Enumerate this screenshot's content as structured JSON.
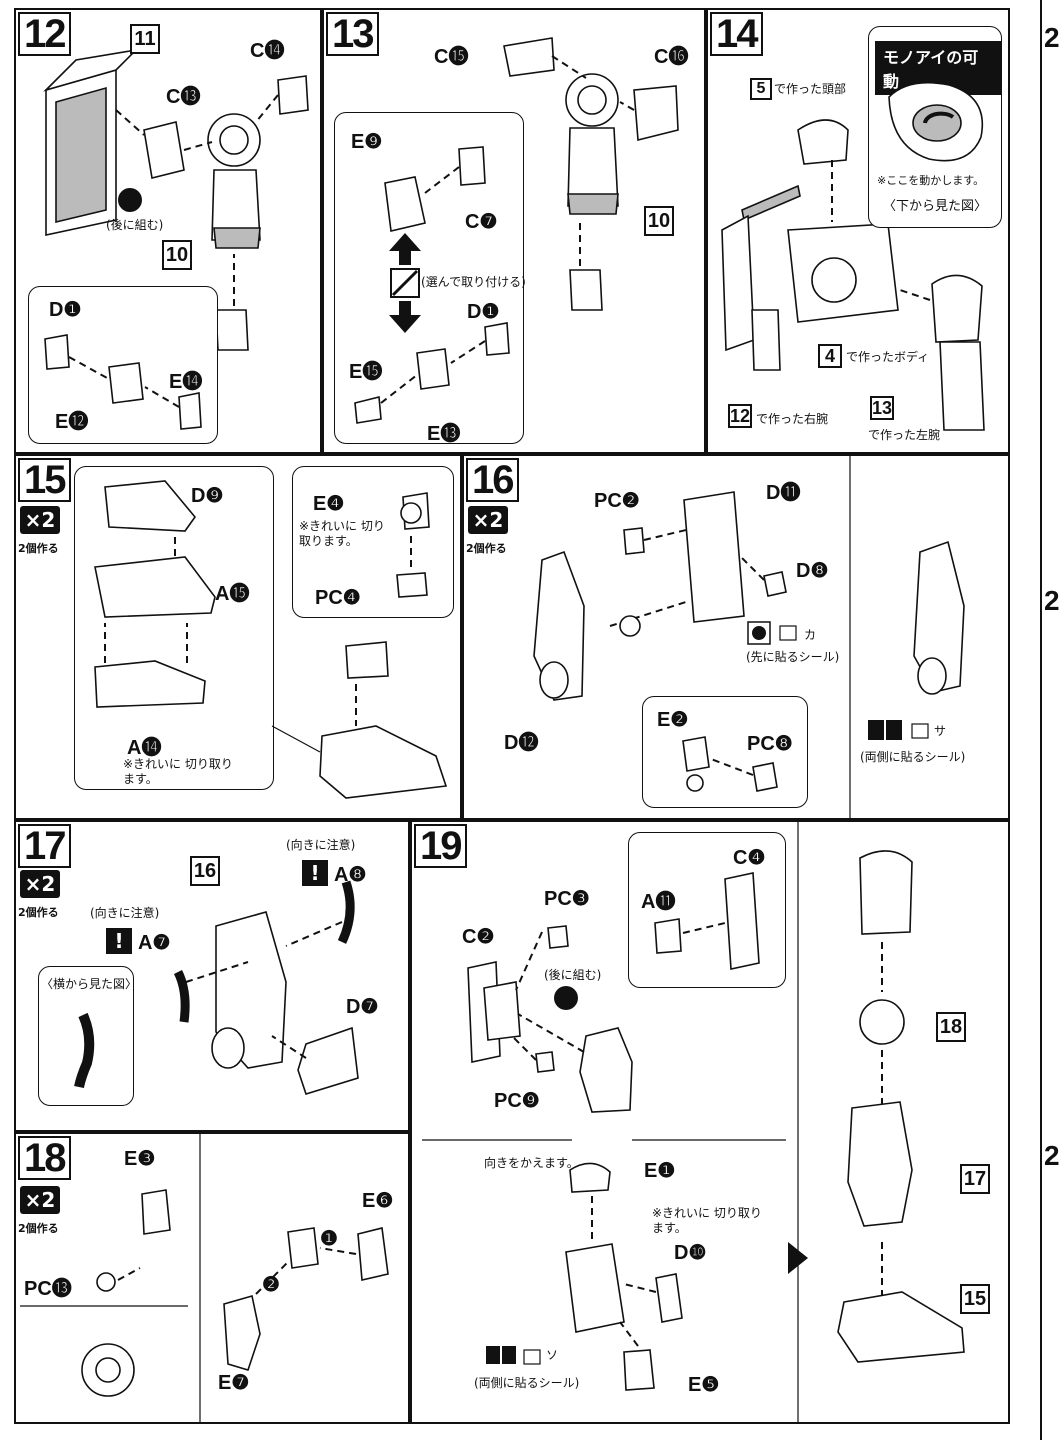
{
  "steps": {
    "s12": {
      "num": "12",
      "ref11": "11",
      "c14": "C⓮",
      "c13": "C⓭",
      "ref10": "10",
      "back": "(後に組む)",
      "d1": "D❶",
      "e14": "E⓮",
      "e12": "E⓬"
    },
    "s13": {
      "num": "13",
      "c15": "C⓯",
      "c16": "C⓰",
      "e9": "E❾",
      "c7": "C❼",
      "ref10": "10",
      "choose": "(選んで取り付ける)",
      "d1": "D❶",
      "e15": "E⓯",
      "e13": "E⓭"
    },
    "s14": {
      "num": "14",
      "monoeye": "モノアイの可動",
      "ref5": "5",
      "head": "で作った頭部",
      "move": "※ここを動かします。",
      "below": "〈下から見た図〉",
      "ref4": "4",
      "body": "で作ったボディ",
      "ref12": "12",
      "rarm": "で作った右腕",
      "ref13": "13",
      "larm": "で作った左腕"
    },
    "s15": {
      "num": "15",
      "x2": "×2",
      "x2note": "2個作る",
      "d9": "D❾",
      "a15": "A⓯",
      "a14": "A⓮",
      "cut": "※きれいに 切り取ります。",
      "e4": "E❹",
      "cut2": "※きれいに 切り取ります。",
      "pc4": "PC❹"
    },
    "s16": {
      "num": "16",
      "x2": "×2",
      "x2note": "2個作る",
      "pc2": "PC❷",
      "d11": "D⓫",
      "d8": "D❽",
      "sticker1": "(先に貼るシール)",
      "seal_ka": "カ",
      "d12": "D⓬",
      "e2": "E❷",
      "pc8": "PC❽",
      "sticker2": "(両側に貼るシール)",
      "seal_sa": "サ"
    },
    "s17": {
      "num": "17",
      "x2": "×2",
      "x2note": "2個作る",
      "ref16": "16",
      "caution": "(向きに注意)",
      "a8": "A❽",
      "a7": "A❼",
      "side": "〈横から見た図〉",
      "d7": "D❼"
    },
    "s18": {
      "num": "18",
      "x2": "×2",
      "x2note": "2個作る",
      "e3": "E❸",
      "pc13": "PC⓭",
      "e6": "E❻",
      "e7": "E❼",
      "o1": "❶",
      "o2": "❷"
    },
    "s19": {
      "num": "19",
      "pc3": "PC❸",
      "c4": "C❹",
      "a11": "A⓫",
      "c2": "C❷",
      "back": "(後に組む)",
      "pc9": "PC❾",
      "turn": "向きをかえます。",
      "e1": "E❶",
      "cut": "※きれいに 切り取ります。",
      "d10": "D❿",
      "sticker": "(両側に貼るシール)",
      "seal_so": "ソ",
      "e5": "E❺",
      "ref18": "18",
      "ref17": "17",
      "ref15": "15"
    },
    "edge": {
      "n1": "2",
      "n2": "2",
      "n3": "2"
    }
  },
  "colors": {
    "ink": "#111111",
    "gray": "#bbbbbb",
    "paper": "#ffffff"
  }
}
